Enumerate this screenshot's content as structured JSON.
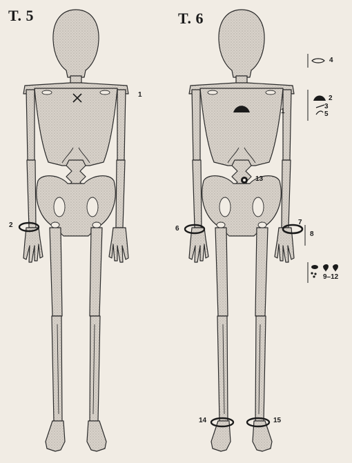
{
  "figures": [
    {
      "title": "T. 5",
      "labels": [
        "1",
        "2"
      ]
    },
    {
      "title": "T. 6",
      "labels": [
        "1",
        "2",
        "3",
        "4",
        "5",
        "6",
        "7",
        "8",
        "9–12",
        "13",
        "14",
        "15"
      ]
    }
  ],
  "colors": {
    "paper": "#f1ece4",
    "bone_fill": "#d6d0c8",
    "bone_stroke": "#2a2a2a",
    "ink": "#1b1b1b"
  },
  "icons": [
    "x-mark",
    "bracelet-ring",
    "fibula-brooch",
    "pin",
    "bead",
    "anklet-ring"
  ]
}
